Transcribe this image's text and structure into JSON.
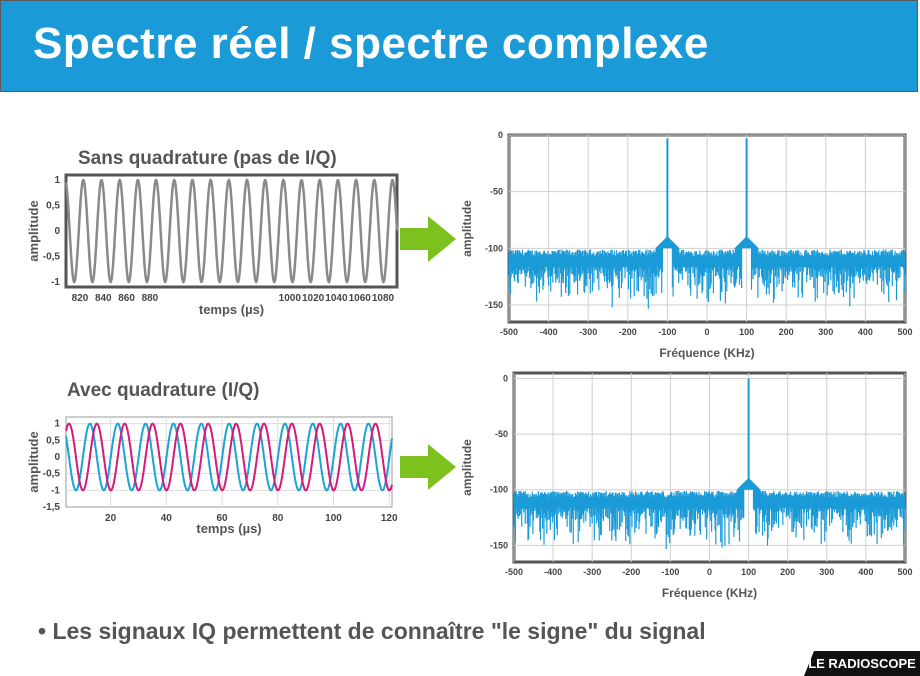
{
  "title": "Spectre réel / spectre complexe",
  "left_top_title": "Sans quadrature (pas de I/Q)",
  "left_bottom_title": "Avec quadrature (I/Q)",
  "bullet": "• Les signaux IQ permettent de connaître \"le signe\" du signal",
  "logo": "LE RADIOSCOPE",
  "colors": {
    "banner": "#1a9bd8",
    "gray_wave": "#8a8a8a",
    "I_wave": "#1aa3d6",
    "Q_wave": "#d6197a",
    "spectrum": "#1a9bd8",
    "arrow": "#7dc11f"
  },
  "icons": [
    "arrow-right-icon",
    "arrow-right-icon"
  ],
  "chart_data": [
    {
      "type": "line",
      "title": "Sans quadrature (pas de I/Q)",
      "xlabel": "temps (µs)",
      "ylabel": "amplitude",
      "xlim": [
        808,
        1092
      ],
      "ylim": [
        -1.1,
        1.1
      ],
      "xticks": [
        820,
        840,
        860,
        880,
        1000,
        1020,
        1040,
        1060,
        1080
      ],
      "yticks": [
        "1",
        "0,5",
        "0",
        "-0,5",
        "-1"
      ],
      "series": [
        {
          "signal": "cos",
          "frequency_periods_in_window": 18.2,
          "amplitude": 1,
          "color": "#8a8a8a"
        }
      ]
    },
    {
      "type": "line",
      "title": "Avec quadrature (I/Q)",
      "xlabel": "temps (µs)",
      "ylabel": "amplitude",
      "xlim": [
        4,
        121
      ],
      "ylim": [
        -1.5,
        1.2
      ],
      "xticks": [
        20,
        40,
        60,
        80,
        100,
        120
      ],
      "yticks": [
        "1",
        "0,5",
        "0",
        "-0,5",
        "-1",
        "-1,5"
      ],
      "series": [
        {
          "signal": "cos",
          "periods_in_window": 11.7,
          "amplitude": 1,
          "color": "#1aa3d6"
        },
        {
          "signal": "sin",
          "periods_in_window": 11.7,
          "amplitude": 1,
          "color": "#d6197a"
        }
      ]
    },
    {
      "type": "line",
      "xlabel": "Fréquence (KHz)",
      "ylabel": "amplitude",
      "xlim": [
        -500,
        500
      ],
      "ylim": [
        -165,
        0
      ],
      "xticks": [
        -500,
        -400,
        -300,
        -200,
        -100,
        0,
        100,
        200,
        300,
        400,
        500
      ],
      "yticks": [
        0,
        -50,
        -100,
        -150
      ],
      "noise_floor": -105,
      "noise_min": -155,
      "peaks": [
        {
          "x": -100,
          "y": -3
        },
        {
          "x": 100,
          "y": -3
        }
      ],
      "color": "#1a9bd8"
    },
    {
      "type": "line",
      "xlabel": "Fréquence (KHz)",
      "ylabel": "amplitude",
      "xlim": [
        -500,
        500
      ],
      "ylim": [
        -165,
        5
      ],
      "xticks": [
        -500,
        -400,
        -300,
        -200,
        -100,
        0,
        100,
        200,
        300,
        400,
        500
      ],
      "yticks": [
        0,
        -50,
        -100,
        -150
      ],
      "noise_floor": -105,
      "noise_min": -155,
      "peaks": [
        {
          "x": 100,
          "y": 0
        }
      ],
      "color": "#1a9bd8"
    }
  ]
}
